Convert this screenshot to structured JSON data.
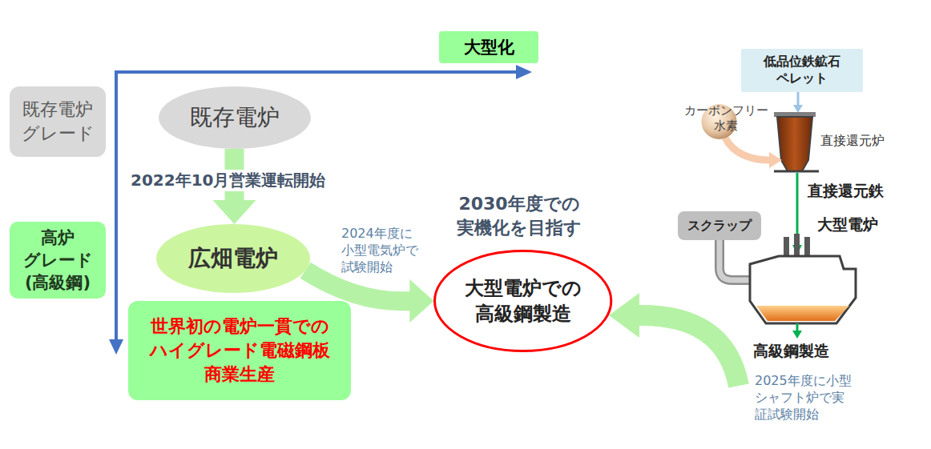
{
  "diagram": {
    "nodes": [
      {
        "text": [
          "大型化"
        ]
      },
      {
        "text": [
          "既存電炉 グレード"
        ]
      },
      {
        "text": [
          "既存電炉"
        ]
      },
      {
        "text": [
          "広畑電炉"
        ]
      },
      {
        "text": [
          "高炉 グレード (高級鋼)"
        ]
      },
      {
        "text": [
          "世界初の電炉一貫での ハイグレード電磁鋼板 商業生産"
        ]
      },
      {
        "text": [
          "大型電炉での 高級鋼製造"
        ]
      },
      {
        "text": [
          "低品位鉄鉱石 ペレット"
        ]
      },
      {
        "text": [
          "カーボンフリー 水素"
        ]
      },
      {
        "text": [
          "スクラップ"
        ]
      }
    ],
    "edges": [
      {
        "from": 2,
        "to": 3,
        "arrow": "to",
        "label": "2022年10月営業運転開始"
      },
      {
        "from": 3,
        "to": 6,
        "arrow": "to"
      }
    ],
    "labels": [
      "2024年度に 小型電気炉で 試験開始",
      "2030年度での 実機化を目指す",
      "直接還元炉",
      "直接還元鉄",
      "大型電炉",
      "高級鋼製造",
      "2025年度に小型 シャフト炉で実 証試験開始"
    ]
  }
}
